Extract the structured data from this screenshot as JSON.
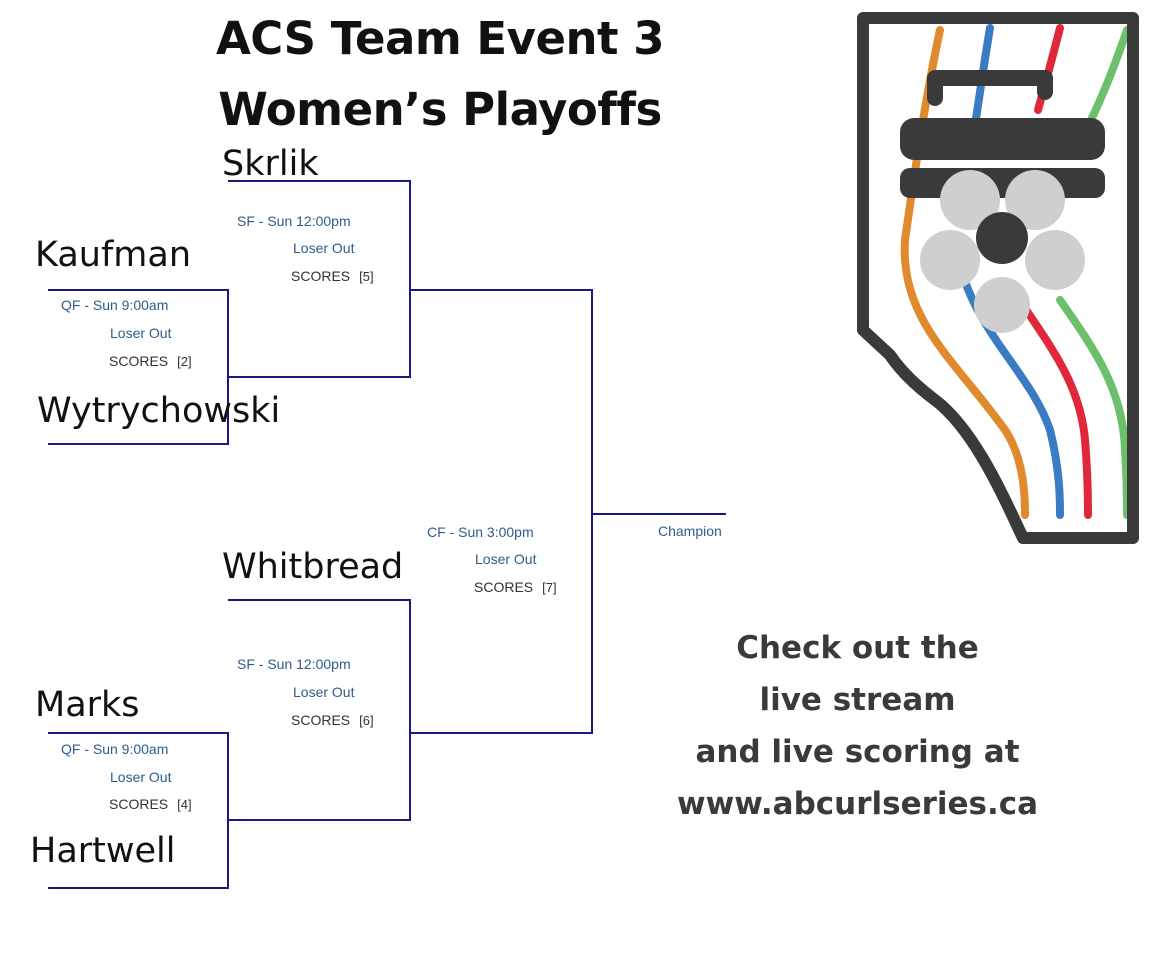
{
  "title": {
    "line1": "ACS Team Event 3",
    "line2": "Women’s Playoffs"
  },
  "teams": {
    "skrlik": "Skrlik",
    "kaufman": "Kaufman",
    "wytrychowski": "Wytrychowski",
    "whitbread": "Whitbread",
    "marks": "Marks",
    "hartwell": "Hartwell"
  },
  "games": {
    "qf1": {
      "time": "QF - Sun 9:00am",
      "type": "Loser Out",
      "scores": "SCORES",
      "num": "[2]"
    },
    "qf2": {
      "time": "QF - Sun 9:00am",
      "type": "Loser Out",
      "scores": "SCORES",
      "num": "[4]"
    },
    "sf1": {
      "time": "SF - Sun 12:00pm",
      "type": "Loser Out",
      "scores": "SCORES",
      "num": "[5]"
    },
    "sf2": {
      "time": "SF - Sun 12:00pm",
      "type": "Loser Out",
      "scores": "SCORES",
      "num": "[6]"
    },
    "cf": {
      "time": "CF - Sun 3:00pm",
      "type": "Loser Out",
      "scores": "SCORES",
      "num": "[7]"
    }
  },
  "champion_label": "Champion",
  "promo": {
    "line1": "Check out the",
    "line2": "live stream",
    "line3": "and live scoring at",
    "line4": "www.abcurlseries.ca"
  },
  "logo": {
    "name": "alberta-curling-series-logo"
  },
  "colors": {
    "bracket_line": "#1a1a80",
    "meta_text": "#2d5c8c",
    "logo_outline": "#3a3a3a",
    "stripe_orange": "#e08a2e",
    "stripe_blue": "#3a7cc4",
    "stripe_red": "#e0283a",
    "stripe_green": "#6cc06c"
  }
}
